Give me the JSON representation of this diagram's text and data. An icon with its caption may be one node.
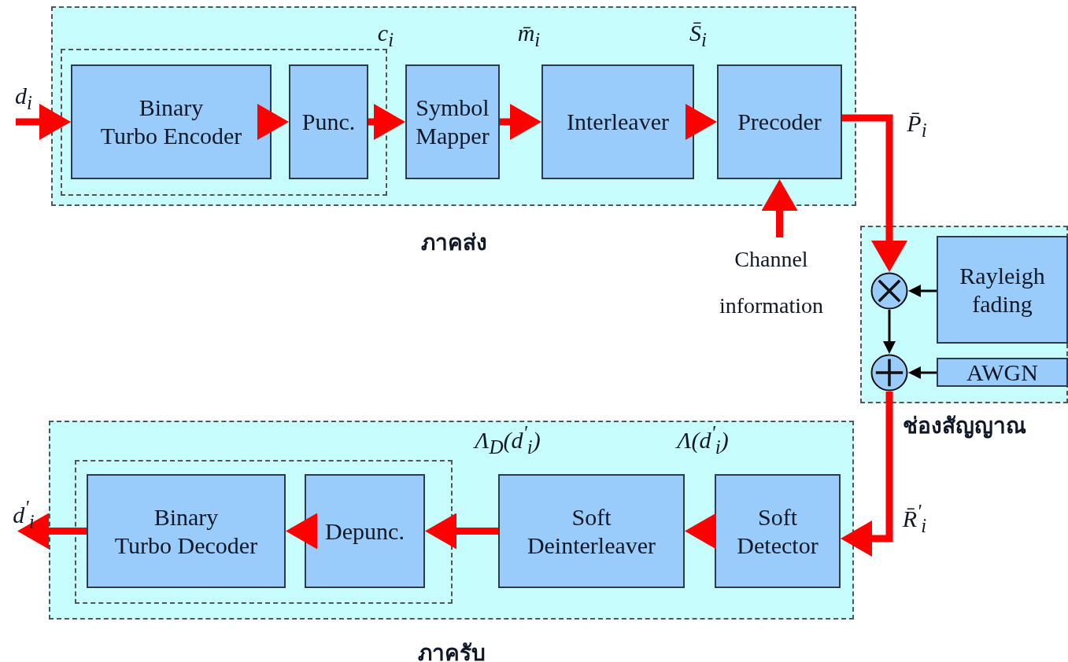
{
  "diagram": {
    "nodes": [
      {
        "text": [
          "ภาคส่ง"
        ]
      },
      {
        "text": [],
        "shape": "box",
        "in": 0
      },
      {
        "text": [
          "Binary Turbo Encoder"
        ],
        "in": 1
      },
      {
        "text": [
          "Punc."
        ],
        "in": 1
      },
      {
        "text": [
          "Symbol Mapper"
        ],
        "in": 0
      },
      {
        "text": [
          "Interleaver"
        ],
        "in": 0
      },
      {
        "text": [
          "Precoder"
        ],
        "in": 0
      },
      {
        "text": [
          "Channel information"
        ]
      },
      {
        "text": [
          "ช่องสัญญาณ"
        ]
      },
      {
        "text": [],
        "shape": "circle",
        "in": 8
      },
      {
        "text": [
          "Rayleigh fading"
        ],
        "in": 8
      },
      {
        "text": [],
        "shape": "circle",
        "in": 8
      },
      {
        "text": [
          "AWGN"
        ],
        "in": 8
      },
      {
        "text": [
          "ภาครับ"
        ]
      },
      {
        "text": [],
        "shape": "box",
        "in": 13
      },
      {
        "text": [
          "Binary Turbo Decoder"
        ],
        "in": 14
      },
      {
        "text": [
          "Depunc."
        ],
        "in": 14
      },
      {
        "text": [
          "Soft Deinterleaver"
        ],
        "in": 13
      },
      {
        "text": [
          "Soft Detector"
        ],
        "in": 13
      }
    ],
    "edges": [
      {
        "from": null,
        "to": 2,
        "arrow": "to",
        "label": "d$_{i}$"
      },
      {
        "from": 2,
        "to": 3,
        "arrow": "to"
      },
      {
        "from": 3,
        "to": 4,
        "arrow": "to",
        "label": "c$_{i}$"
      },
      {
        "from": 4,
        "to": 5,
        "arrow": "to",
        "label": "m̄$_{i}$"
      },
      {
        "from": 5,
        "to": 6,
        "arrow": "to",
        "label": "S̄$_{i}$"
      },
      {
        "from": 6,
        "to": 9,
        "arrow": "to",
        "label": "P̄$_{i}$"
      },
      {
        "from": 7,
        "to": 6,
        "arrow": "to"
      },
      {
        "from": 10,
        "to": 9,
        "arrow": "to",
        "color": "#000000"
      },
      {
        "from": 9,
        "to": 11,
        "arrow": "to",
        "color": "#000000"
      },
      {
        "from": 12,
        "to": 11,
        "arrow": "to",
        "color": "#000000"
      },
      {
        "from": 11,
        "to": 18,
        "arrow": "to",
        "label": "R̄$^{'}$$_{i}$"
      },
      {
        "from": 18,
        "to": 17,
        "arrow": "to",
        "label": "Λ(d$^{'}$$_{i}$)"
      },
      {
        "from": 17,
        "to": 16,
        "arrow": "to",
        "label": "Λ$_{D}$(d$^{'}$$_{i}$)"
      },
      {
        "from": 16,
        "to": 15,
        "arrow": "to"
      },
      {
        "from": 15,
        "to": null,
        "arrow": "to",
        "label": "d$^{'}$$_{i}$"
      }
    ]
  }
}
